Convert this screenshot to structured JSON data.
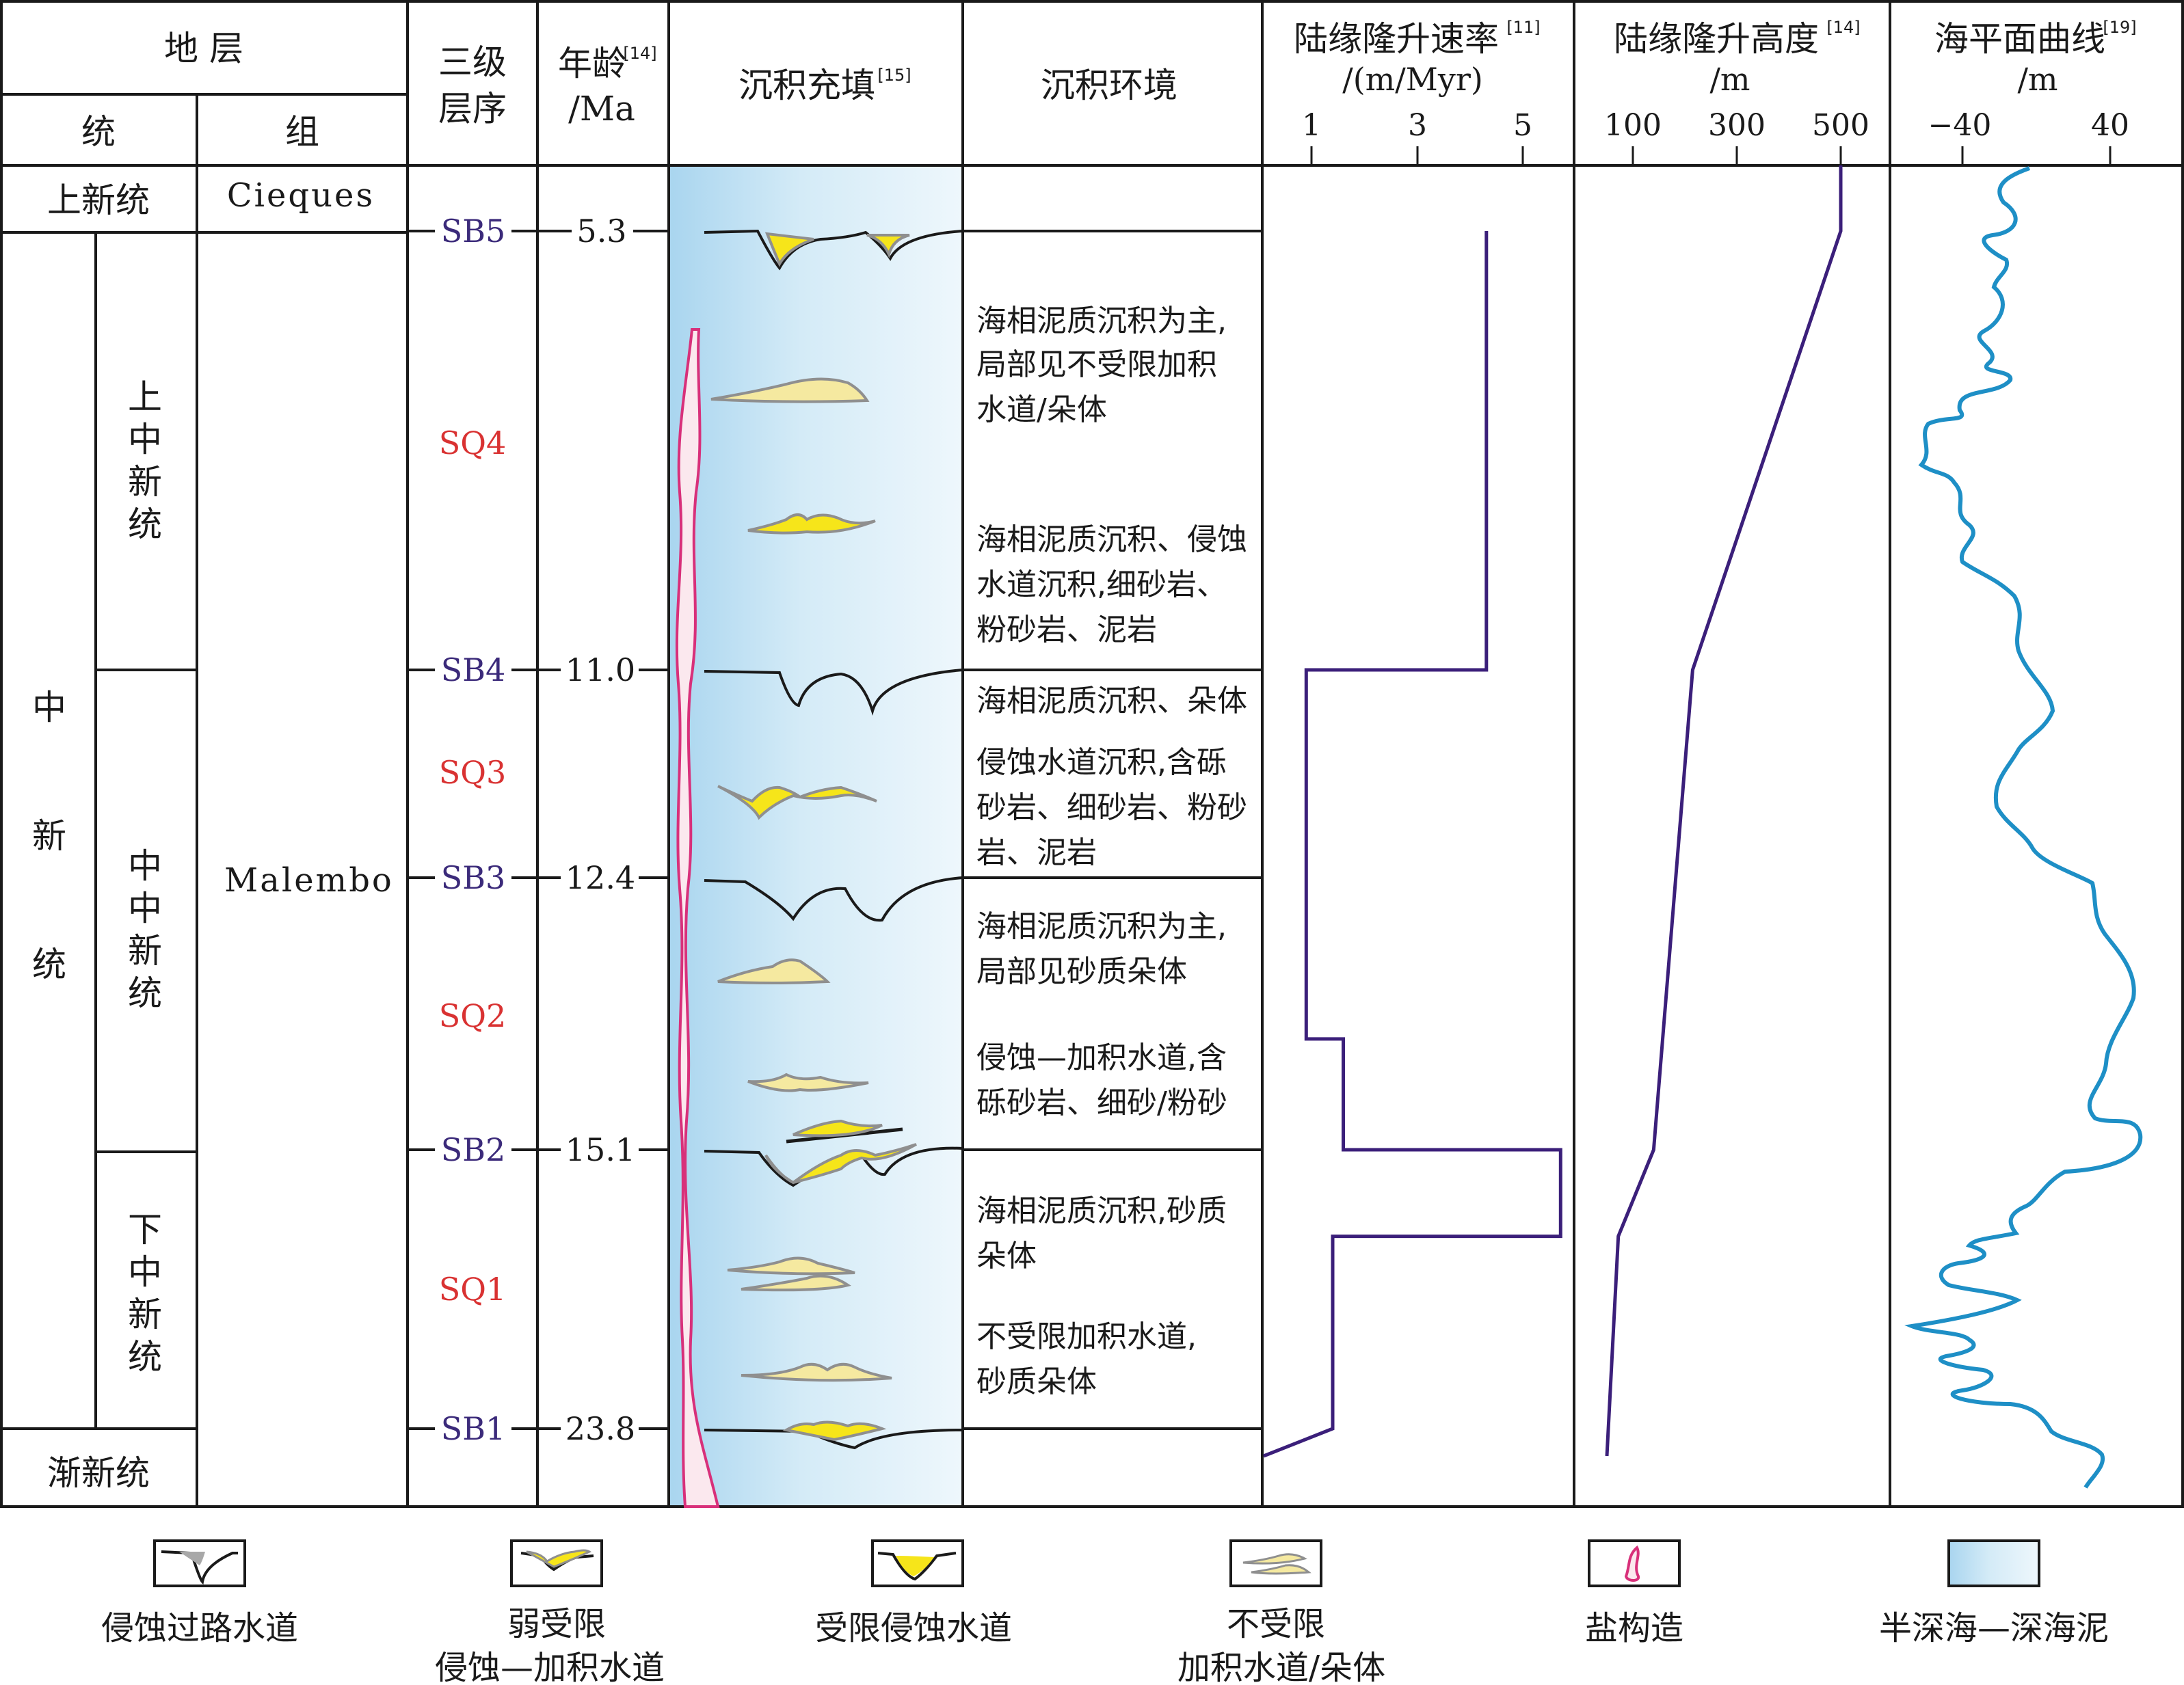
{
  "headers": {
    "stratum": "地 层",
    "series": "统",
    "formation": "组",
    "sequence": [
      "三级",
      "层序"
    ],
    "age": [
      "年龄",
      "/Ma"
    ],
    "age_ref": "[14]",
    "fill": "沉积充填",
    "fill_ref": "[15]",
    "env": "沉积环境",
    "rate": [
      "陆缘隆升速率",
      "/(m/Myr)"
    ],
    "rate_ref": "[11]",
    "height": [
      "陆缘隆升高度",
      "/m"
    ],
    "height_ref": "[14]",
    "sea": [
      "海平面曲线",
      "/m"
    ],
    "sea_ref": "[19]"
  },
  "series": {
    "pliocene": "上新统",
    "miocene": [
      "中",
      "新",
      "统"
    ],
    "upper_miocene": [
      "上",
      "中",
      "新",
      "统"
    ],
    "middle_miocene": [
      "中",
      "中",
      "新",
      "统"
    ],
    "lower_miocene": [
      "下",
      "中",
      "新",
      "统"
    ],
    "oligocene": "渐新统"
  },
  "formations": {
    "cieques": "Cieques",
    "malembo": "Malembo"
  },
  "boundaries": [
    {
      "sb": "SB5",
      "age": "5.3"
    },
    {
      "sb": "SB4",
      "age": "11.0"
    },
    {
      "sb": "SB3",
      "age": "12.4"
    },
    {
      "sb": "SB2",
      "age": "15.1"
    },
    {
      "sb": "SB1",
      "age": "23.8"
    }
  ],
  "sequences": [
    "SQ4",
    "SQ3",
    "SQ2",
    "SQ1"
  ],
  "environments": [
    [
      "海相泥质沉积为主,",
      "局部见不受限加积",
      "水道/朵体"
    ],
    [
      "海相泥质沉积、侵蚀",
      "水道沉积,细砂岩、",
      "粉砂岩、泥岩"
    ],
    [
      "海相泥质沉积、朵体"
    ],
    [
      "侵蚀水道沉积,含砾",
      "砂岩、细砂岩、粉砂",
      "岩、泥岩"
    ],
    [
      "海相泥质沉积为主,",
      "局部见砂质朵体"
    ],
    [
      "侵蚀—加积水道,含",
      "砾砂岩、细砂/粉砂"
    ],
    [
      "海相泥质沉积,砂质",
      "朵体"
    ],
    [
      "不受限加积水道,",
      "砂质朵体"
    ]
  ],
  "rate_axis": {
    "ticks": [
      "1",
      "3",
      "5"
    ],
    "values": [
      1,
      3,
      5
    ]
  },
  "height_axis": {
    "ticks": [
      "100",
      "300",
      "500"
    ],
    "values": [
      100,
      300,
      500
    ]
  },
  "sea_axis": {
    "ticks": [
      "−40",
      "40"
    ],
    "values": [
      -40,
      40
    ]
  },
  "chart_data": [
    {
      "type": "line",
      "name": "陆缘隆升速率",
      "unit": "m/Myr",
      "points_age_rate": [
        [
          5.3,
          4.3
        ],
        [
          11.0,
          4.3
        ],
        [
          11.0,
          0.9
        ],
        [
          14.0,
          0.9
        ],
        [
          14.0,
          1.6
        ],
        [
          15.1,
          1.6
        ],
        [
          15.1,
          5.7
        ],
        [
          17.8,
          5.7
        ],
        [
          17.8,
          1.4
        ],
        [
          23.8,
          1.4
        ],
        [
          23.8,
          0.0
        ]
      ]
    },
    {
      "type": "line",
      "name": "陆缘隆升高度",
      "unit": "m",
      "points_age_height": [
        [
          0.8,
          500
        ],
        [
          5.3,
          500
        ],
        [
          11.0,
          215
        ],
        [
          15.1,
          140
        ],
        [
          17.8,
          72
        ],
        [
          23.8,
          50
        ]
      ]
    }
  ],
  "legend": [
    {
      "icon": "erosion-bypass-channel",
      "label": [
        "侵蚀过路水道"
      ]
    },
    {
      "icon": "weakly-confined-channel",
      "label": [
        "弱受限",
        "侵蚀—加积水道"
      ]
    },
    {
      "icon": "confined-erosion-channel",
      "label": [
        "受限侵蚀水道"
      ]
    },
    {
      "icon": "unconfined-channel-lobe",
      "label": [
        "不受限",
        "加积水道/朵体"
      ]
    },
    {
      "icon": "salt-structure",
      "label": [
        "盐构造"
      ]
    },
    {
      "icon": "hemipelagic-mud",
      "label": [
        "半深海—深海泥"
      ]
    }
  ],
  "colors": {
    "line": "#1a1a1a",
    "sb": "#3b2a7a",
    "sq": "#d93232",
    "curve_purple": "#3b1f7a",
    "sea_curve": "#1e8fc6",
    "sand": "#f5e9a0",
    "sand_bright": "#f6e51a",
    "salt": "#d8307a",
    "salt_fill": "#fbe8ee",
    "mud_dark": "#bfe0f2"
  }
}
